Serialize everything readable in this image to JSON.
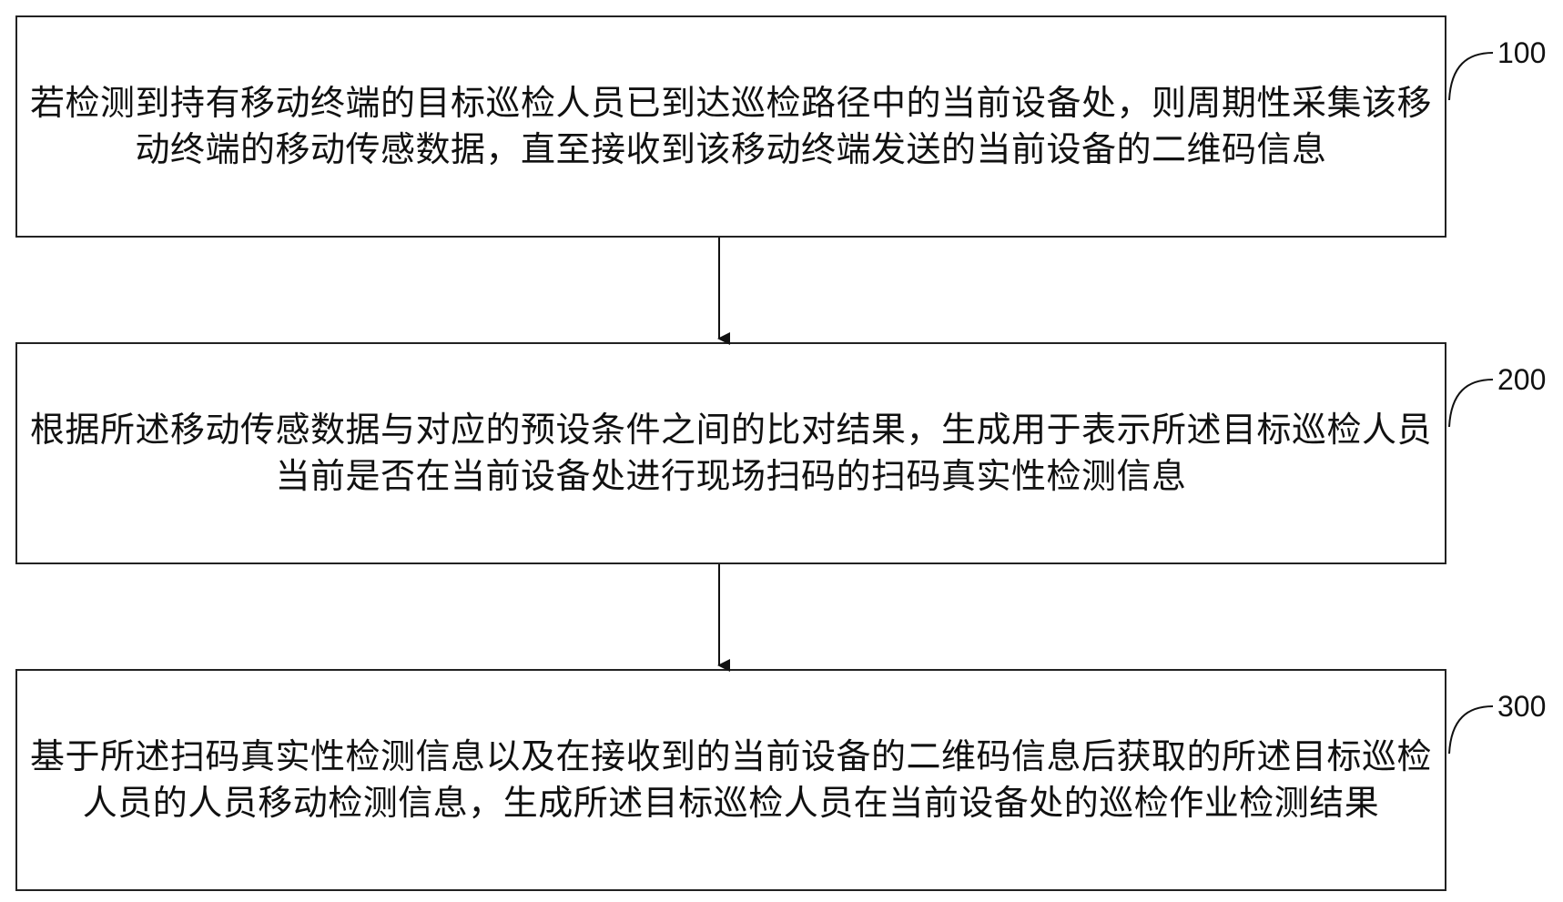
{
  "steps": [
    {
      "id": "100",
      "text": "若检测到持有移动终端的目标巡检人员已到达巡检路径中的当前设备处，则周期性采集该移动终端的移动传感数据，直至接收到该移动终端发送的当前设备的二维码信息"
    },
    {
      "id": "200",
      "text": "根据所述移动传感数据与对应的预设条件之间的比对结果，生成用于表示所述目标巡检人员当前是否在当前设备处进行现场扫码的扫码真实性检测信息"
    },
    {
      "id": "300",
      "text": "基于所述扫码真实性检测信息以及在接收到的当前设备的二维码信息后获取的所述目标巡检人员的人员移动检测信息，生成所述目标巡检人员在当前设备处的巡检作业检测结果"
    }
  ]
}
